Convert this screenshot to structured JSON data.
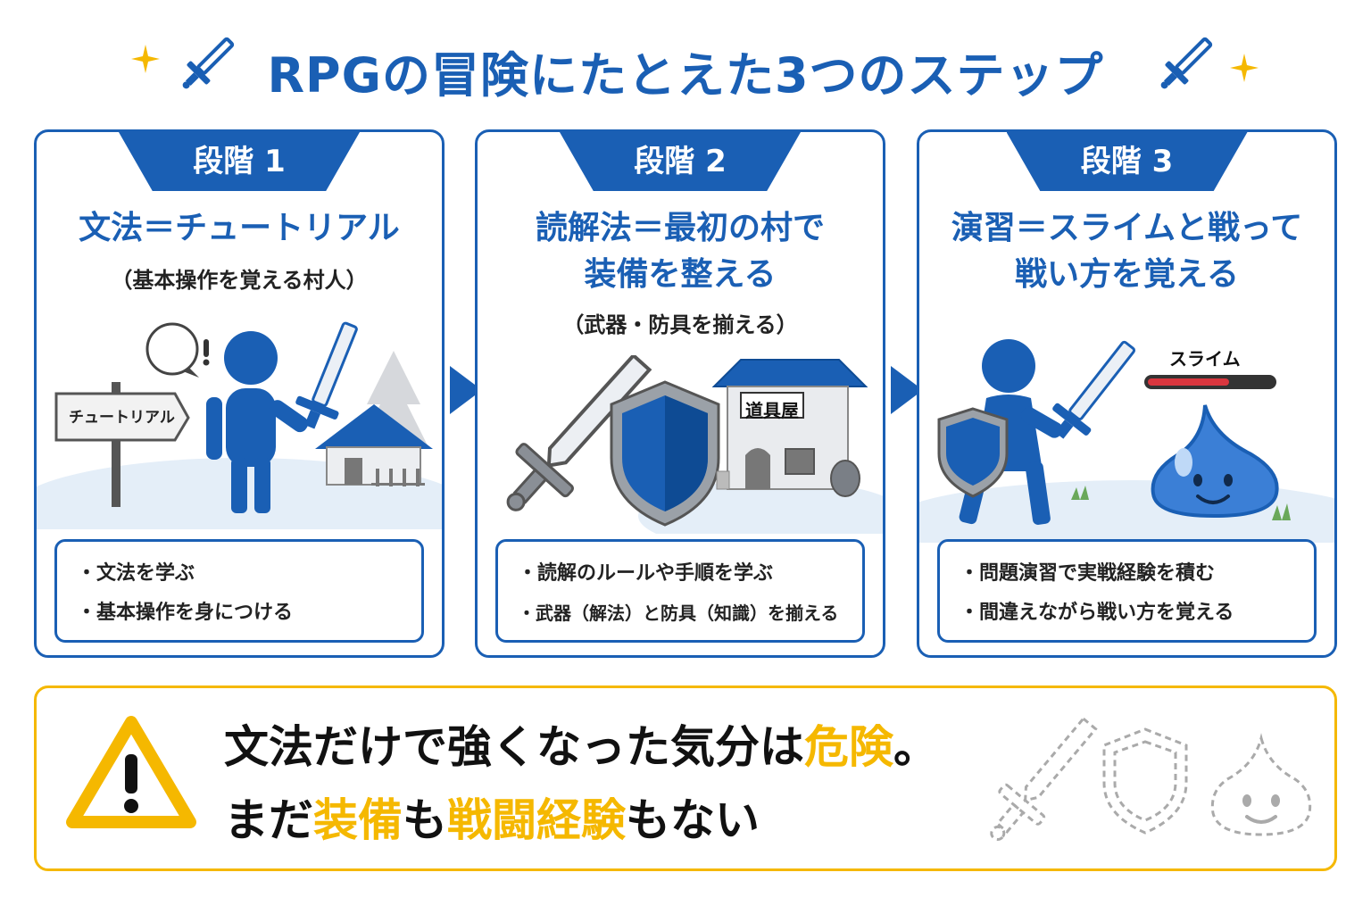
{
  "title": "RPGの冒険にたとえた3つのステップ",
  "steps": [
    {
      "tab": "段階 1",
      "heading_lines": [
        "文法＝チュートリアル"
      ],
      "sub": "（基本操作を覚える村人）",
      "sign_label": "チュートリアル",
      "bullets": [
        "文法を学ぶ",
        "基本操作を身につける"
      ]
    },
    {
      "tab": "段階 2",
      "heading_lines": [
        "読解法＝最初の村で",
        "装備を整える"
      ],
      "sub": "（武器・防具を揃える）",
      "shop_label": "道具屋",
      "bullets": [
        "読解のルールや手順を学ぶ",
        "武器（解法）と防具（知識）を揃える"
      ]
    },
    {
      "tab": "段階 3",
      "heading_lines": [
        "演習＝スライムと戦って",
        "戦い方を覚える"
      ],
      "sub": "",
      "enemy_label": "スライム",
      "enemy_hp": 0.65,
      "bullets": [
        "問題演習で実戦経験を積む",
        "間違えながら戦い方を覚える"
      ]
    }
  ],
  "warning": {
    "line1": {
      "a": "文法だけで強くなった気分は",
      "hl": "危険",
      "b": "。"
    },
    "line2": {
      "a": "まだ",
      "hl1": "装備",
      "b": "も",
      "hl2": "戦闘経験",
      "c": "もない"
    }
  },
  "colors": {
    "primary": "#1a5fb4",
    "accent": "#f5b800",
    "hp": "#d9363e"
  },
  "icons": [
    "sparkle-icon",
    "sword-icon",
    "shield-icon",
    "slime-icon",
    "warning-icon",
    "exclamation-icon"
  ]
}
